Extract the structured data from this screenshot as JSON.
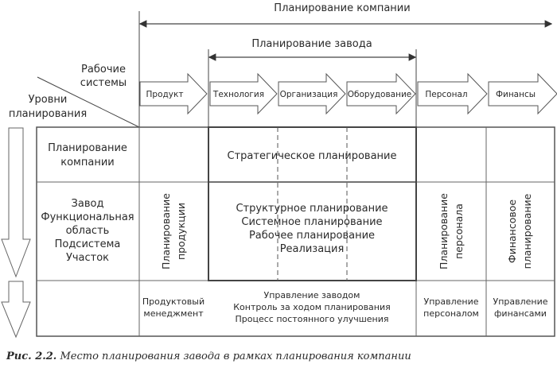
{
  "header": {
    "company_planning": "Планирование компании",
    "plant_planning": "Планирование завода",
    "work_systems": [
      "Рабочие",
      "системы"
    ],
    "planning_levels": [
      "Уровни",
      "планирования"
    ]
  },
  "systems": [
    "Продукт",
    "Технология",
    "Организация",
    "Оборудование",
    "Персонал",
    "Финансы"
  ],
  "rows": {
    "company": [
      "Планирование",
      "компании"
    ],
    "levels": [
      "Завод",
      "Функциональная",
      "область",
      "Подсистема",
      "Участок"
    ]
  },
  "cells": {
    "strategic": "Стратегическое планирование",
    "center_block": [
      "Структурное планирование",
      "Системное планирование",
      "Рабочее планирование",
      "Реализация"
    ],
    "product_planning": [
      "Планирование",
      "продукции"
    ],
    "personnel_planning": [
      "Планирование",
      "персонала"
    ],
    "finance_planning": [
      "Финансовое",
      "планирование"
    ],
    "product_mgmt": [
      "Продуктовый",
      "менеджмент"
    ],
    "plant_mgmt": [
      "Управление заводом",
      "Контроль за ходом планирования",
      "Процесс постоянного улучшения"
    ],
    "personnel_mgmt": [
      "Управление",
      "персоналом"
    ],
    "finance_mgmt": [
      "Управление",
      "финансами"
    ]
  },
  "caption": {
    "label": "Рис. 2.2.",
    "text": "Место планирования завода в рамках планирования компании"
  }
}
